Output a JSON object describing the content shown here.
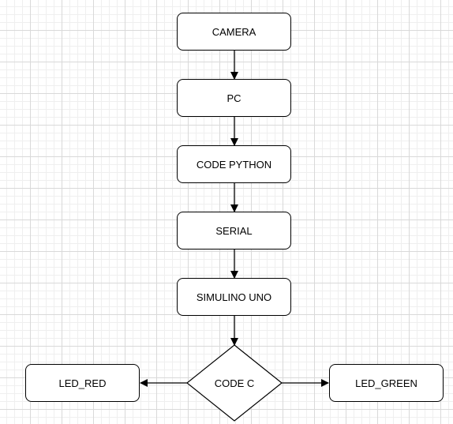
{
  "colors": {
    "stroke": "#000000",
    "node_fill": "#ffffff",
    "grid_major": "#d9d9d9",
    "grid_minor": "#efefef"
  },
  "nodes": {
    "camera": "CAMERA",
    "pc": "PC",
    "code_python": "CODE PYTHON",
    "serial": "SERIAL",
    "simulino_uno": "SIMULINO UNO",
    "code_c": "CODE C",
    "led_red": "LED_RED",
    "led_green": "LED_GREEN"
  }
}
